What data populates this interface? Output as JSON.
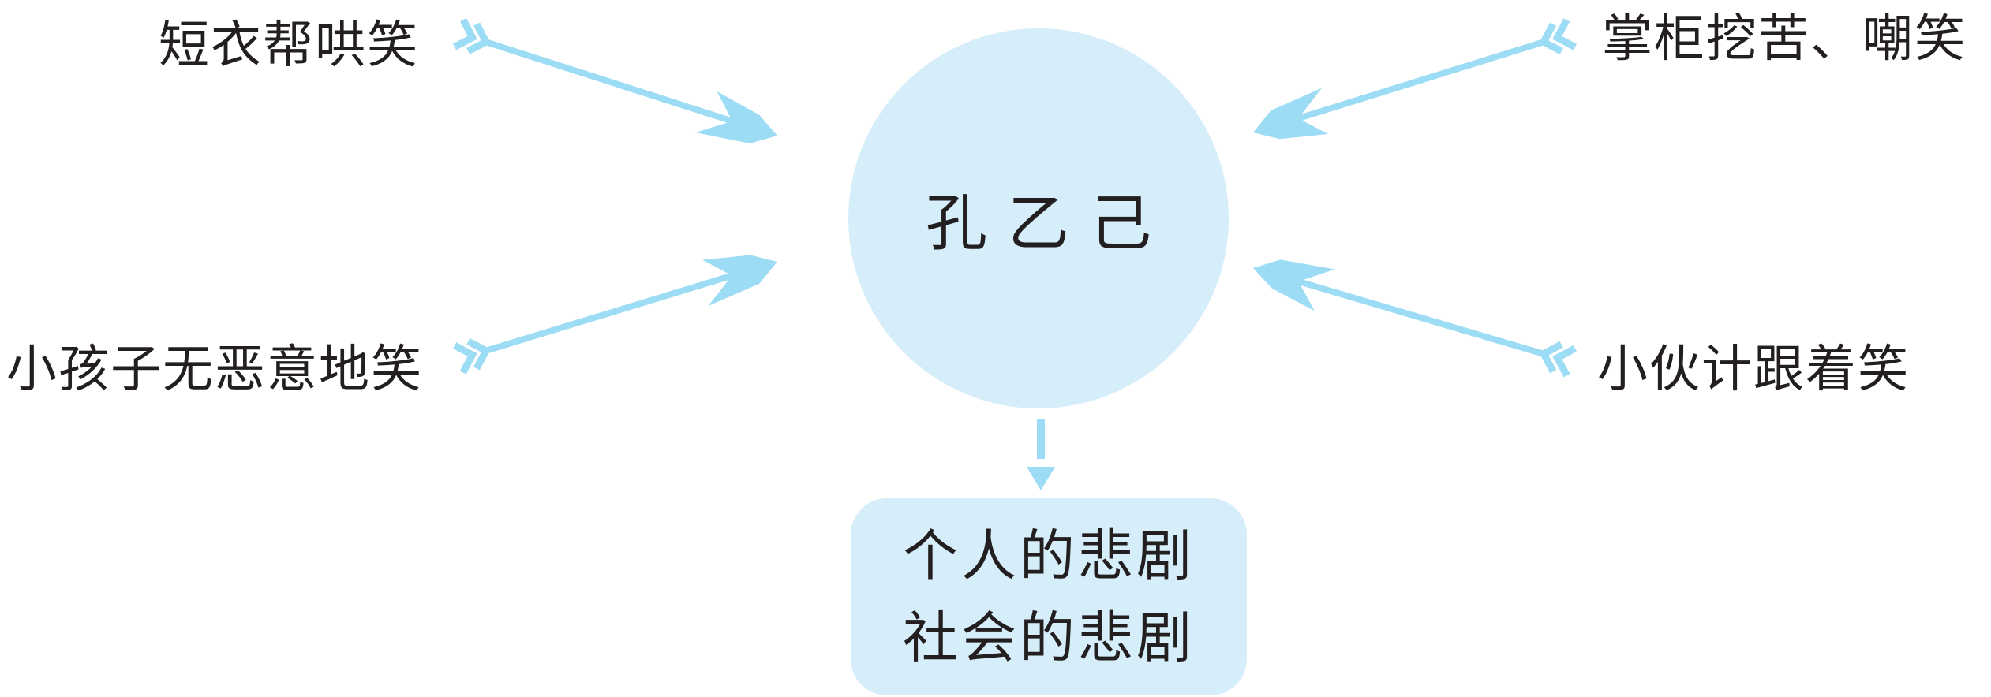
{
  "center": {
    "label": "孔乙己"
  },
  "influences": [
    {
      "label": "短衣帮哄笑"
    },
    {
      "label": "掌柜挖苦、嘲笑"
    },
    {
      "label": "小孩子无恶意地笑"
    },
    {
      "label": "小伙计跟着笑"
    }
  ],
  "result": {
    "lines": [
      "个人的悲剧",
      "社会的悲剧"
    ]
  },
  "colors": {
    "arrow": "#9cdcf5",
    "fill": "#d6eef9",
    "text": "#231f20"
  }
}
